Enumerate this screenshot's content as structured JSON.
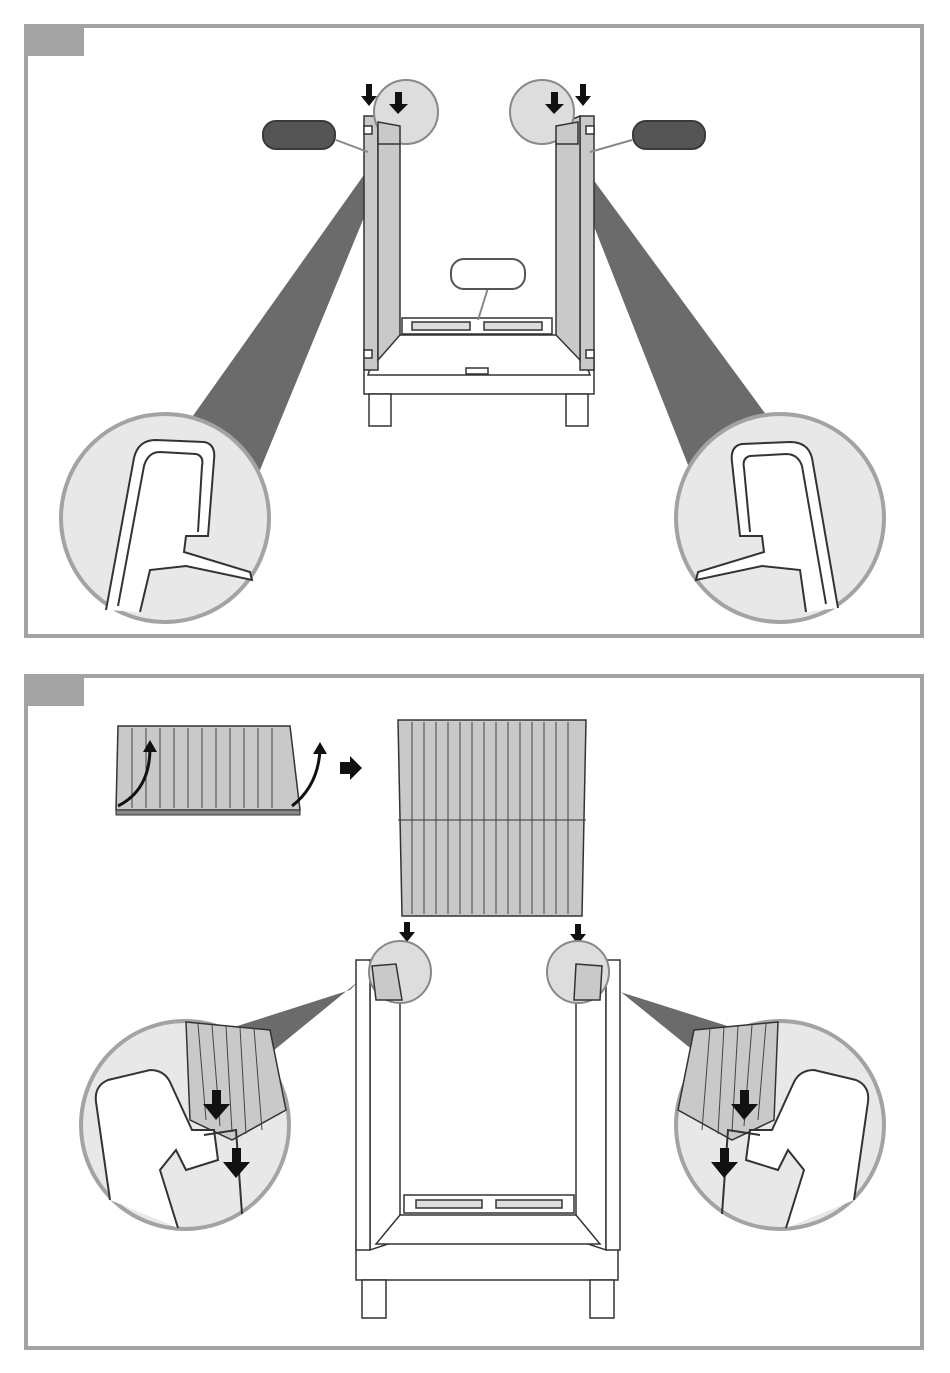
{
  "document": {
    "panels": [
      {
        "step_label": "",
        "callouts": [
          {
            "style": "dark",
            "text": ""
          },
          {
            "style": "dark",
            "text": ""
          },
          {
            "style": "light",
            "text": ""
          }
        ]
      },
      {
        "step_label": "",
        "callouts": []
      }
    ]
  },
  "colors": {
    "frame": "#a3a3a3",
    "panel_fill": "#c9c9c9",
    "detail_fill": "#e8e8e8",
    "line": "#333333",
    "beam": "#6b6b6b",
    "callout_dark": "#555555"
  },
  "icons": [
    "down-arrow-icon",
    "right-arrow-icon",
    "curved-arrow-icon",
    "magnifier-circle-icon"
  ]
}
